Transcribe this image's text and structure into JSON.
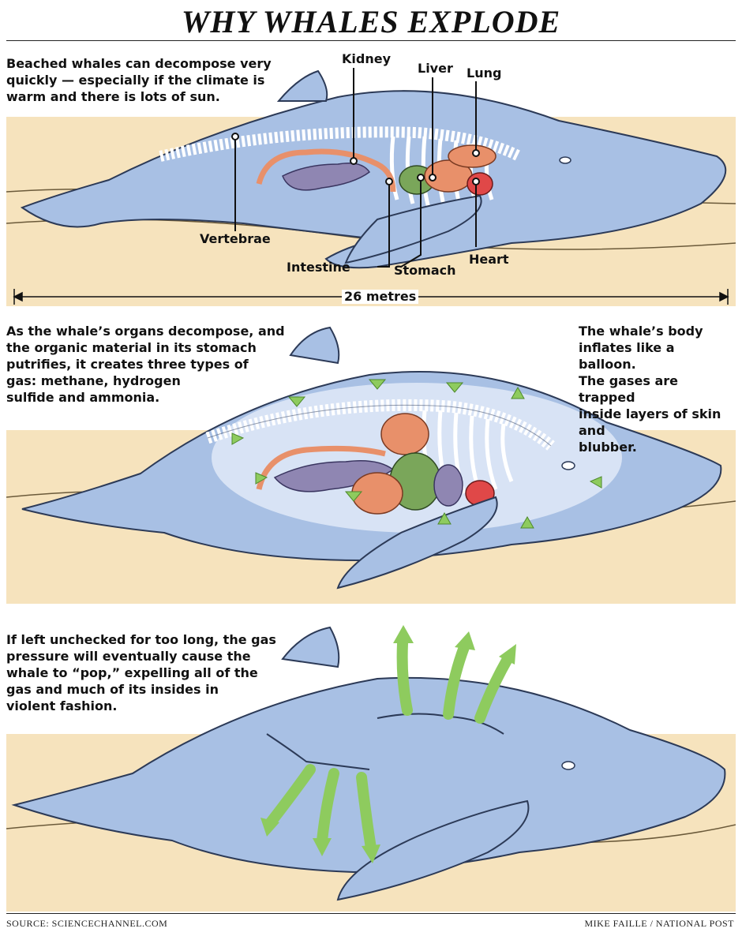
{
  "title": "WHY WHALES EXPLODE",
  "panel1": {
    "caption": "Beached whales can decompose very\nquickly — especially if the climate is\nwarm and there is lots of sun.",
    "labels": {
      "kidney": "Kidney",
      "liver": "Liver",
      "lung": "Lung",
      "vertebrae": "Vertebrae",
      "intestine": "Intestine",
      "stomach": "Stomach",
      "heart": "Heart"
    },
    "length": "26 metres"
  },
  "panel2": {
    "caption_left": "As the whale’s organs decompose, and\nthe organic material in its stomach\nputrifies, it creates three types of\ngas: methane, hydrogen\nsulfide and ammonia.",
    "caption_right": "The whale’s body\ninflates like a balloon.\nThe gases are trapped\ninside layers of skin and\nblubber."
  },
  "panel3": {
    "caption": "If left unchecked for too long, the gas\npressure will eventually cause the\nwhale to “pop,” expelling all of the\ngas and much of its insides in\nviolent fashion."
  },
  "footer": {
    "source": "SOURCE: SCIENCECHANNEL.COM",
    "credit": "MIKE FAILLE  / NATIONAL POST"
  },
  "colors": {
    "sand": "#f6e3bd",
    "whale": "#a8c0e4",
    "gas_arrow": "#8ecb5e",
    "intestine": "#e8906a",
    "kidney": "#8f86b2",
    "stomach": "#7aa65a",
    "heart": "#e04848"
  }
}
